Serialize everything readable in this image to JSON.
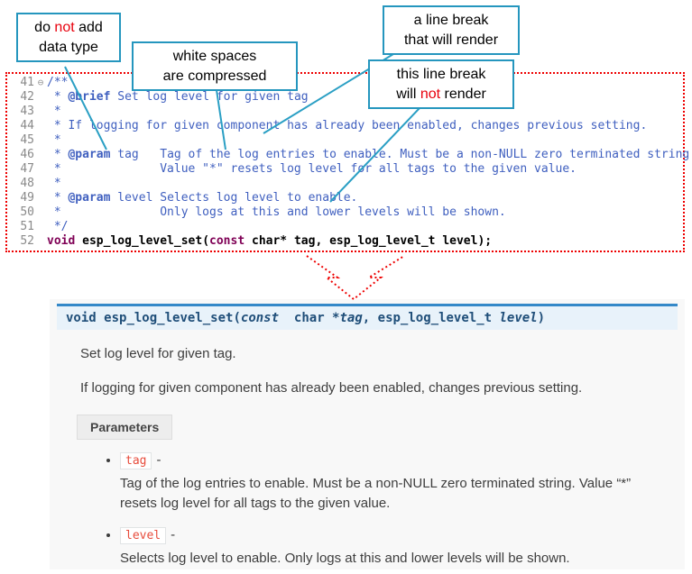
{
  "colors": {
    "callout_border": "#2596be",
    "connector_line": "#2a9fc4",
    "dotted_red": "#ee0000",
    "comment": "#3f5fbf",
    "keyword": "#7f0055",
    "signature_bg": "#e8f2fa",
    "signature_border": "#3488c8",
    "param_chip": "#e74c3c"
  },
  "callouts": {
    "no_datatype": {
      "l1a": "do ",
      "l1b": "not",
      "l1c": " add",
      "l2": "data type"
    },
    "whitespace": {
      "l1": "white spaces",
      "l2": "are  compressed"
    },
    "break_render": {
      "l1": "a line break",
      "l2": "that will render"
    },
    "break_norender": {
      "l1": "this line break",
      "l2a": "will ",
      "l2b": "not",
      "l2c": " render"
    }
  },
  "code": {
    "l41": {
      "num": "41",
      "fold": "⊖",
      "c": "/**"
    },
    "l42": {
      "num": "42",
      "c1": " * ",
      "tag": "@brief",
      "c2": " Set log level for given tag"
    },
    "l43": {
      "num": "43",
      "c": " *"
    },
    "l44": {
      "num": "44",
      "c": " * If logging for given component has already been enabled, changes previous setting."
    },
    "l45": {
      "num": "45",
      "c": " *"
    },
    "l46": {
      "num": "46",
      "c1": " * ",
      "tag": "@param",
      "c2": " tag   Tag of the log entries to enable. Must be a non-NULL zero terminated string."
    },
    "l47": {
      "num": "47",
      "c": " *              Value \"*\" resets log level for all tags to the given value."
    },
    "l48": {
      "num": "48",
      "c": " *"
    },
    "l49": {
      "num": "49",
      "c1": " * ",
      "tag": "@param",
      "c2": " level Selects log level to enable."
    },
    "l50": {
      "num": "50",
      "c": " *              Only logs at this and lower levels will be shown."
    },
    "l51": {
      "num": "51",
      "c": " */"
    },
    "l52": {
      "num": "52",
      "kw1": "void",
      "sp": " ",
      "fn": "esp_log_level_set",
      "p1": "(",
      "kw2": "const",
      "p2": " char* tag, esp_log_level_t level);"
    }
  },
  "doc": {
    "signature": {
      "s1": "void ",
      "s2": "esp_log_level_set",
      "s3": "(",
      "s4": "const",
      "s5": "  char *",
      "s6": "tag",
      "s7": ", esp_log_level_t ",
      "s8": "level",
      "s9": ")"
    },
    "p1": "Set log level for given tag.",
    "p2": "If logging for given component has already been enabled, changes previous setting.",
    "params_label": "Parameters",
    "params": [
      {
        "name": "tag",
        "dash": "-",
        "desc": "Tag of the log entries to enable. Must be a non-NULL zero terminated string. Value “*” resets log level for all tags to the given value."
      },
      {
        "name": "level",
        "dash": "-",
        "desc": "Selects log level to enable. Only logs at this and lower levels will be shown."
      }
    ]
  }
}
